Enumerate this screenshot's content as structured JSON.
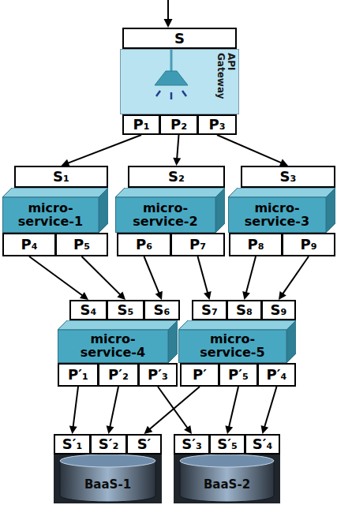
{
  "diagram": {
    "nodes": [
      {
        "text": [
          "S"
        ]
      },
      {
        "text": [
          "API Gateway"
        ]
      },
      {
        "text": [
          "P₁"
        ]
      },
      {
        "text": [
          "P₂"
        ]
      },
      {
        "text": [
          "P₃"
        ]
      },
      {
        "text": [
          "S₁"
        ]
      },
      {
        "text": [
          "S₂"
        ]
      },
      {
        "text": [
          "S₃"
        ]
      },
      {
        "text": [
          "micro-service-1"
        ]
      },
      {
        "text": [
          "micro-service-2"
        ]
      },
      {
        "text": [
          "micro-service-3"
        ]
      },
      {
        "text": [
          "P₄"
        ]
      },
      {
        "text": [
          "P₅"
        ]
      },
      {
        "text": [
          "P₆"
        ]
      },
      {
        "text": [
          "P₇"
        ]
      },
      {
        "text": [
          "P₈"
        ]
      },
      {
        "text": [
          "P₉"
        ]
      },
      {
        "text": [
          "S₄"
        ]
      },
      {
        "text": [
          "S₅"
        ]
      },
      {
        "text": [
          "S₆"
        ]
      },
      {
        "text": [
          "S₇"
        ]
      },
      {
        "text": [
          "S₈"
        ]
      },
      {
        "text": [
          "S₉"
        ]
      },
      {
        "text": [
          "micro-service-4"
        ]
      },
      {
        "text": [
          "micro-service-5"
        ]
      },
      {
        "text": [
          "P′₁"
        ]
      },
      {
        "text": [
          "P′₂"
        ]
      },
      {
        "text": [
          "P′₃"
        ]
      },
      {
        "text": [
          "P′"
        ]
      },
      {
        "text": [
          "P′₅"
        ]
      },
      {
        "text": [
          "P′₄"
        ]
      },
      {
        "text": [
          "S′₁"
        ]
      },
      {
        "text": [
          "S′₂"
        ]
      },
      {
        "text": [
          "S′"
        ]
      },
      {
        "text": [
          "S′₃"
        ]
      },
      {
        "text": [
          "S′₅"
        ]
      },
      {
        "text": [
          "S′₄"
        ]
      },
      {
        "text": [
          "BaaS-1"
        ]
      },
      {
        "text": [
          "BaaS-2"
        ]
      }
    ],
    "edges": [
      {
        "from": 2,
        "to": 5,
        "arrow": "to"
      },
      {
        "from": 3,
        "to": 6,
        "arrow": "to"
      },
      {
        "from": 4,
        "to": 7,
        "arrow": "to"
      },
      {
        "from": 11,
        "to": 17,
        "arrow": "to"
      },
      {
        "from": 12,
        "to": 18,
        "arrow": "to"
      },
      {
        "from": 13,
        "to": 19,
        "arrow": "to"
      },
      {
        "from": 14,
        "to": 20,
        "arrow": "to"
      },
      {
        "from": 15,
        "to": 21,
        "arrow": "to"
      },
      {
        "from": 16,
        "to": 22,
        "arrow": "to"
      },
      {
        "from": 25,
        "to": 31,
        "arrow": "to"
      },
      {
        "from": 26,
        "to": 32,
        "arrow": "to"
      },
      {
        "from": 27,
        "to": 34,
        "arrow": "to"
      },
      {
        "from": 28,
        "to": 33,
        "arrow": "to"
      },
      {
        "from": 29,
        "to": 35,
        "arrow": "to"
      },
      {
        "from": 30,
        "to": 36,
        "arrow": "to"
      }
    ]
  }
}
